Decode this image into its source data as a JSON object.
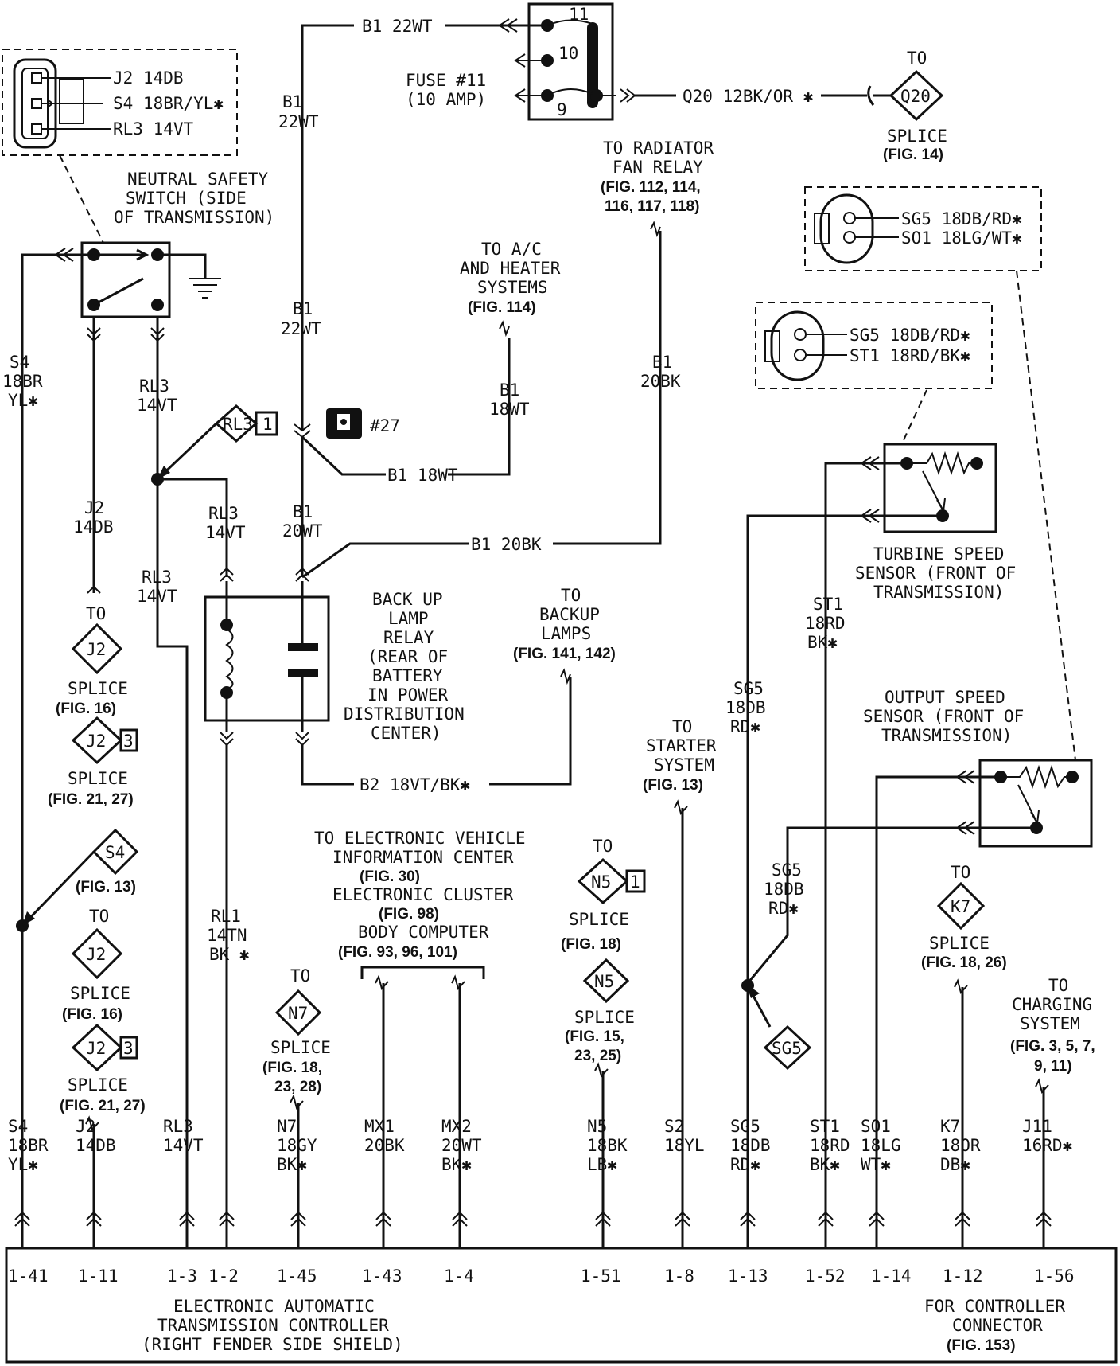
{
  "wires": {
    "b1_top": "B1 22WT",
    "b1_v1a": "B1",
    "b1_v1b": "22WT",
    "b1_v2a": "B1",
    "b1_v2b": "22WT",
    "b1_18wt": "B1 18WT",
    "b1_18wt_va": "B1",
    "b1_18wt_vb": "18WT",
    "b1_20wt_a": "B1",
    "b1_20wt_b": "20WT",
    "b1_20bk": "B1 20BK",
    "b1_20bk_va": "B1",
    "b1_20bk_vb": "20BK",
    "b2": "B2 18VT/BK✱",
    "q20": "Q20 12BK/OR ✱",
    "s4_a": "S4",
    "s4_b": "18BR",
    "s4_c": "YL✱",
    "rl3_a1": "RL3",
    "rl3_a2": "14VT",
    "rl3_b1": "RL3",
    "rl3_b2": "14VT",
    "rl3_c1": "RL3",
    "rl3_c2": "14VT",
    "j2_a1": "J2",
    "j2_a2": "14DB",
    "rl1_1": "RL1",
    "rl1_2": "14TN",
    "rl1_3": "BK ✱",
    "st1_1": "ST1",
    "st1_2": "18RD",
    "st1_3": "BK✱",
    "sg5_1": "SG5",
    "sg5_2": "18DB",
    "sg5_3": "RD✱",
    "sg5b_1": "SG5",
    "sg5b_2": "18DB",
    "sg5b_3": "RD✱"
  },
  "connector_ns": [
    "J2 14DB",
    "S4 18BR/YL✱",
    "RL3 14VT"
  ],
  "connector_tss": [
    "SG5 18DB/RD✱",
    "ST1 18RD/BK✱"
  ],
  "connector_oss": [
    "SG5 18DB/RD✱",
    "SO1 18LG/WT✱"
  ],
  "fuse": {
    "line1": "FUSE #11",
    "line2": "(10 AMP)",
    "p11": "11",
    "p10": "10",
    "p9": "9"
  },
  "components": {
    "ns_switch": [
      "NEUTRAL SAFETY",
      "SWITCH (SIDE",
      "OF TRANSMISSION)"
    ],
    "backup_relay": [
      "BACK UP",
      "LAMP",
      "RELAY",
      "(REAR OF",
      "BATTERY",
      "IN POWER",
      "DISTRIBUTION",
      "CENTER)"
    ],
    "tss": [
      "TURBINE SPEED",
      "SENSOR (FRONT OF",
      "TRANSMISSION)"
    ],
    "oss": [
      "OUTPUT SPEED",
      "SENSOR (FRONT OF",
      "TRANSMISSION)"
    ],
    "pdc_ref": "#27"
  },
  "refs": {
    "q20": {
      "to": "TO",
      "id": "Q20",
      "label": "SPLICE",
      "fig": "(FIG. 14)"
    },
    "rad": {
      "l1": "TO RADIATOR",
      "l2": "FAN RELAY",
      "f1": "(FIG. 112, 114,",
      "f2": "116, 117, 118)"
    },
    "ac": {
      "l1": "TO A/C",
      "l2": "AND HEATER",
      "l3": "SYSTEMS",
      "fig": "(FIG. 114)"
    },
    "backup": {
      "l1": "TO",
      "l2": "BACKUP",
      "l3": "LAMPS",
      "fig": "(FIG. 141, 142)"
    },
    "rl3": {
      "id": "RL3",
      "num": "1"
    },
    "j2a": {
      "to": "TO",
      "id": "J2",
      "label": "SPLICE",
      "fig": "(FIG. 16)"
    },
    "j2b": {
      "id": "J2",
      "num": "3",
      "label": "SPLICE",
      "fig": "(FIG. 21, 27)"
    },
    "s4": {
      "id": "S4",
      "fig": "(FIG. 13)"
    },
    "j2c": {
      "to": "TO",
      "id": "J2",
      "label": "SPLICE",
      "fig": "(FIG. 16)"
    },
    "j2d": {
      "id": "J2",
      "num": "3",
      "label": "SPLICE",
      "fig": "(FIG. 21, 27)"
    },
    "n7": {
      "to": "TO",
      "id": "N7",
      "label": "SPLICE",
      "f1": "(FIG. 18,",
      "f2": "23, 28)"
    },
    "evic": {
      "l1": "TO ELECTRONIC VEHICLE",
      "l2": "INFORMATION CENTER",
      "f1": "(FIG. 30)",
      "l3": "ELECTRONIC CLUSTER",
      "f2": "(FIG. 98)",
      "l4": "BODY COMPUTER",
      "f3": "(FIG. 93, 96, 101)"
    },
    "n5a": {
      "to": "TO",
      "id": "N5",
      "num": "1",
      "label": "SPLICE",
      "fig": "(FIG. 18)"
    },
    "n5b": {
      "id": "N5",
      "label": "SPLICE",
      "f1": "(FIG. 15,",
      "f2": "23, 25)"
    },
    "starter": {
      "l1": "TO",
      "l2": "STARTER",
      "l3": "SYSTEM",
      "fig": "(FIG. 13)"
    },
    "sg5": {
      "id": "SG5"
    },
    "k7": {
      "to": "TO",
      "id": "K7",
      "label": "SPLICE",
      "fig": "(FIG. 18, 26)"
    },
    "charging": {
      "l1": "TO",
      "l2": "CHARGING",
      "l3": "SYSTEM",
      "f1": "(FIG. 3, 5, 7,",
      "f2": "9, 11)"
    }
  },
  "pins": [
    {
      "w1": "S4",
      "w2": "18BR",
      "w3": "YL✱",
      "pin": "1-41"
    },
    {
      "w1": "J2",
      "w2": "14DB",
      "w3": "",
      "pin": "1-11"
    },
    {
      "w1": "RL3",
      "w2": "14VT",
      "w3": "",
      "pin": "1-3"
    },
    {
      "w1": "",
      "w2": "",
      "w3": "",
      "pin": "1-2"
    },
    {
      "w1": "N7",
      "w2": "18GY",
      "w3": "BK✱",
      "pin": "1-45"
    },
    {
      "w1": "MX1",
      "w2": "20BK",
      "w3": "",
      "pin": "1-43"
    },
    {
      "w1": "MX2",
      "w2": "20WT",
      "w3": "BK✱",
      "pin": "1-4"
    },
    {
      "w1": "N5",
      "w2": "18BK",
      "w3": "LB✱",
      "pin": "1-51"
    },
    {
      "w1": "S2",
      "w2": "18YL",
      "w3": "",
      "pin": "1-8"
    },
    {
      "w1": "SG5",
      "w2": "18DB",
      "w3": "RD✱",
      "pin": "1-13"
    },
    {
      "w1": "ST1",
      "w2": "18RD",
      "w3": "BK✱",
      "pin": "1-52"
    },
    {
      "w1": "SO1",
      "w2": "18LG",
      "w3": "WT✱",
      "pin": "1-14"
    },
    {
      "w1": "K7",
      "w2": "18OR",
      "w3": "DB✱",
      "pin": "1-12"
    },
    {
      "w1": "J11",
      "w2": "16RD✱",
      "w3": "",
      "pin": "1-56"
    }
  ],
  "controller": {
    "l1": "ELECTRONIC AUTOMATIC",
    "l2": "TRANSMISSION CONTROLLER",
    "l3": "(RIGHT FENDER SIDE SHIELD)",
    "r1": "FOR CONTROLLER",
    "r2": "CONNECTOR",
    "rfig": "(FIG. 153)"
  }
}
